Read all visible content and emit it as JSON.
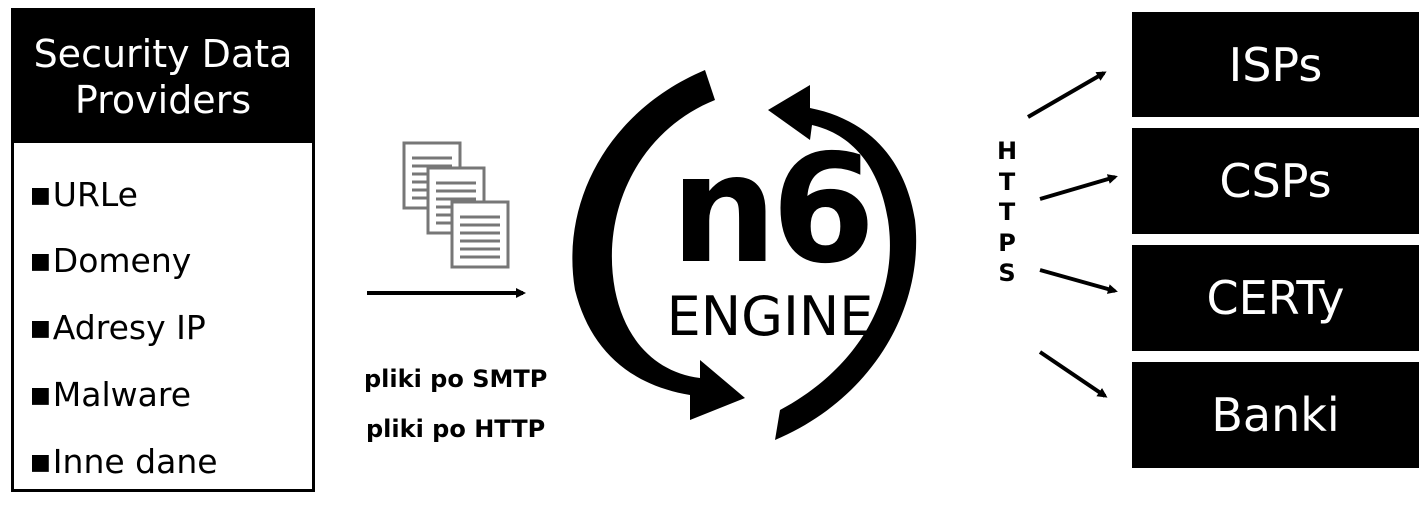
{
  "providers": {
    "title": "Security Data Providers",
    "bullet": "■",
    "items": [
      "URLe",
      "Domeny",
      "Adresy IP",
      "Malware",
      "Inne dane"
    ]
  },
  "transport": {
    "smtp_label": "pliki po SMTP",
    "http_label": "pliki po HTTP"
  },
  "engine": {
    "logo": "n6",
    "name": "ENGINE"
  },
  "output_protocol": {
    "letters": [
      "H",
      "T",
      "T",
      "P",
      "S"
    ]
  },
  "recipients": [
    "ISPs",
    "CSPs",
    "CERTy",
    "Banki"
  ],
  "colors": {
    "primary": "#000000",
    "background": "#ffffff",
    "document_icon": "#8a8a8a"
  }
}
